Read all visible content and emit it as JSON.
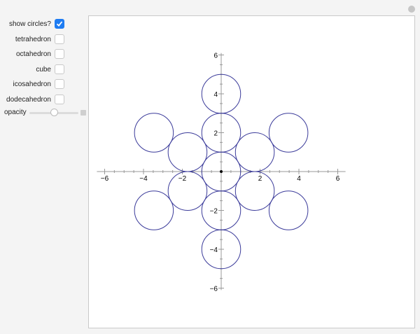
{
  "controls": [
    {
      "label": "show circles?",
      "checked": true
    },
    {
      "label": "tetrahedron",
      "checked": false
    },
    {
      "label": "octahedron",
      "checked": false
    },
    {
      "label": "cube",
      "checked": false
    },
    {
      "label": "icosahedron",
      "checked": false
    },
    {
      "label": "dodecahedron",
      "checked": false
    }
  ],
  "slider": {
    "label": "opacity",
    "value": 0.5
  },
  "plot": {
    "x_ticks": [
      "-6",
      "-4",
      "-2",
      "2",
      "4",
      "6"
    ],
    "y_ticks": [
      "6",
      "4",
      "2",
      "-2",
      "-4",
      "-6"
    ],
    "circle_color": "#3b3b9a",
    "circles": [
      [
        0,
        0
      ],
      [
        0,
        2
      ],
      [
        0,
        4
      ],
      [
        0,
        -2
      ],
      [
        0,
        -4
      ],
      [
        1.732,
        1
      ],
      [
        -1.732,
        1
      ],
      [
        1.732,
        -1
      ],
      [
        -1.732,
        -1
      ],
      [
        3.464,
        2
      ],
      [
        -3.464,
        2
      ],
      [
        3.464,
        -2
      ],
      [
        -3.464,
        -2
      ]
    ]
  }
}
